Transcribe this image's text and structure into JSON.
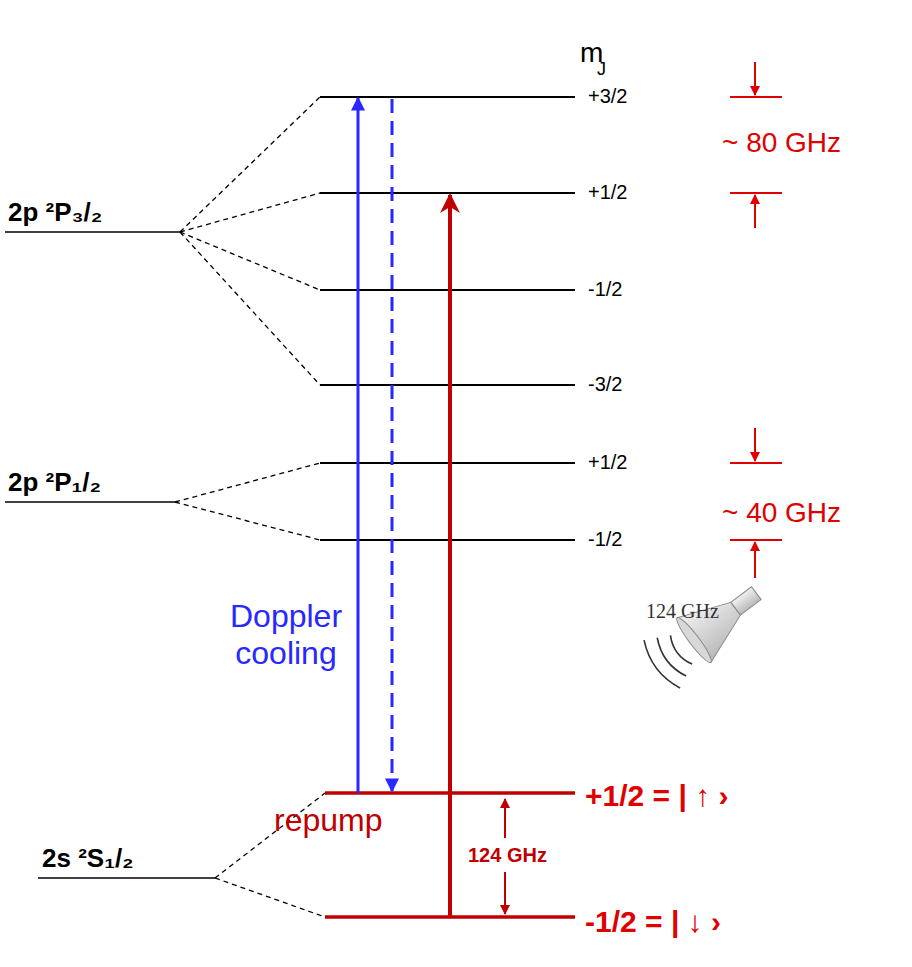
{
  "diagram": {
    "labels": [
      "m",
      "J",
      "+3/2",
      "+1/2",
      "-1/2",
      "-3/2",
      "+1/2",
      "-1/2",
      "~ 80 GHz",
      "~ 40 GHz",
      "2p ²P₃/₂",
      "2p ²P₁/₂",
      "Doppler cooling",
      "124 GHz",
      "2s ²S₁/₂",
      "repump",
      "124 GHz",
      "+1/2 = | ↑ ›",
      "-1/2 = | ↓ ›"
    ]
  }
}
